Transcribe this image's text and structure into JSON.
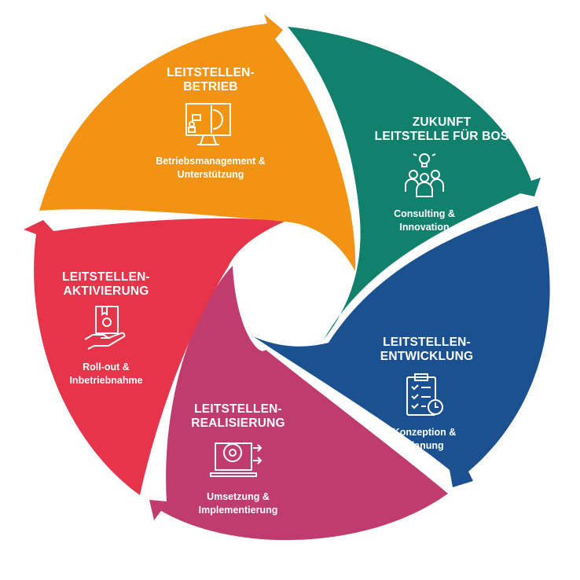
{
  "segments": [
    {
      "title_1": "LEITSTELLEN-",
      "title_2": "BETRIEB",
      "sub_1": "Betriebsmanagement &",
      "sub_2": "Unterstützung",
      "color": "#F39314",
      "icon": "monitor-gear-icon"
    },
    {
      "title_1": "ZUKUNFT",
      "title_2": "LEITSTELLE FÜR BOS",
      "sub_1": "Consulting &",
      "sub_2": "Innovation",
      "color": "#11806C",
      "icon": "team-idea-icon"
    },
    {
      "title_1": "LEITSTELLEN-",
      "title_2": "ENTWICKLUNG",
      "sub_1": "Konzeption &",
      "sub_2": "Planung",
      "color": "#1B5190",
      "icon": "clipboard-checklist-icon"
    },
    {
      "title_1": "LEITSTELLEN-",
      "title_2": "REALISIERUNG",
      "sub_1": "Umsetzung &",
      "sub_2": "Implementierung",
      "color": "#C13C6E",
      "icon": "laptop-gear-icon"
    },
    {
      "title_1": "LEITSTELLEN-",
      "title_2": "AKTIVIERUNG",
      "sub_1": "Roll-out &",
      "sub_2": "Inbetriebnahme",
      "color": "#E6344A",
      "icon": "hand-box-icon"
    }
  ]
}
